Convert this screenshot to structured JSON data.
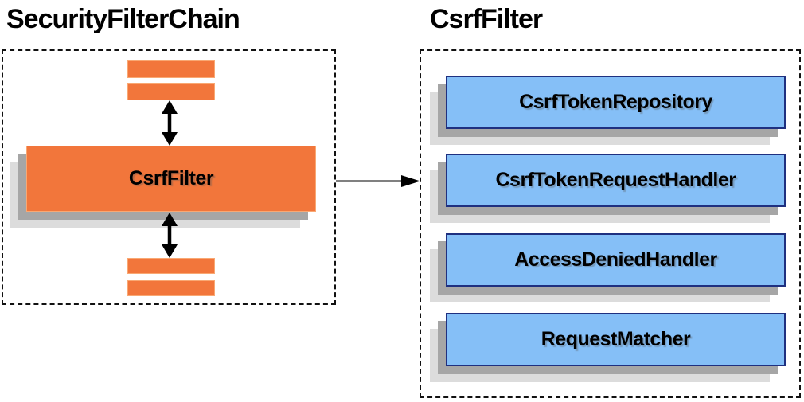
{
  "left_panel": {
    "title": "SecurityFilterChain",
    "filter_box_label": "CsrfFilter"
  },
  "right_panel": {
    "title": "CsrfFilter",
    "components": [
      {
        "label": "CsrfTokenRepository"
      },
      {
        "label": "CsrfTokenRequestHandler"
      },
      {
        "label": "AccessDeniedHandler"
      },
      {
        "label": "RequestMatcher"
      }
    ]
  },
  "icons": {
    "vertical_double_arrow": "double-headed-arrow",
    "flow_arrow": "right-arrow"
  },
  "colors": {
    "orange": "#F2763B",
    "orange_border": "#F9A873",
    "blue": "#85BFF7",
    "blue_border": "#1F3080",
    "shadow_dark": "#A6A6A6",
    "shadow_light": "#DCDCDC",
    "arrow": "#000000",
    "dash": "#111111",
    "text": "#000000"
  }
}
